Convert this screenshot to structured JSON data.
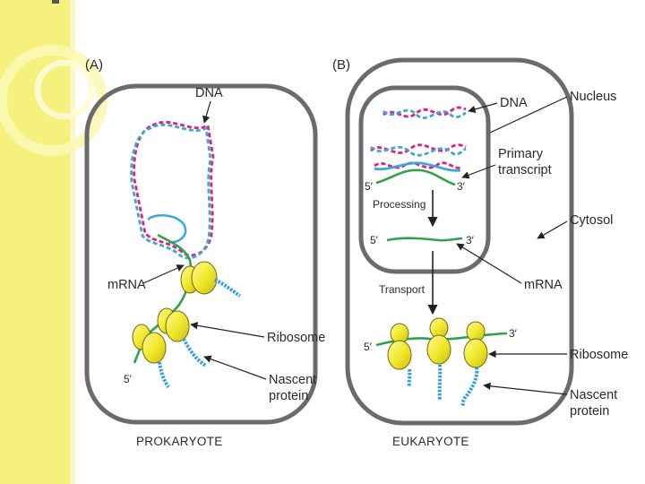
{
  "slide": {
    "accent_color": "#f5ef7a",
    "accent_light": "#faf6a8",
    "cell_border_color": "#6b6b6b"
  },
  "panel_a": {
    "letter": "(A)",
    "caption": "PROKARYOTE",
    "labels": {
      "dna": "DNA",
      "mrna": "mRNA",
      "ribosome": "Ribosome",
      "nascent_line1": "Nascent",
      "nascent_line2": "protein",
      "five_prime": "5′"
    }
  },
  "panel_b": {
    "letter": "(B)",
    "caption": "EUKARYOTE",
    "labels": {
      "dna": "DNA",
      "nucleus": "Nucleus",
      "primary_line1": "Primary",
      "primary_line2": "transcript",
      "five_prime_primary": "5′",
      "three_prime_primary": "3′",
      "processing": "Processing",
      "five_prime_mrna": "5′",
      "three_prime_mrna": "3′",
      "cytosol": "Cytosol",
      "mrna": "mRNA",
      "transport": "Transport",
      "five_prime_cyto": "5′",
      "three_prime_cyto": "3′",
      "ribosome": "Ribosome",
      "nascent_line1": "Nascent",
      "nascent_line2": "protein"
    }
  },
  "colors": {
    "dna_strand_1": "#e0207a",
    "dna_strand_2": "#3aa8d8",
    "mrna": "#2fa24a",
    "ribosome_fill": "#f2ea2e",
    "ribosome_stroke": "#6f6a10",
    "protein": "#2d9ee0"
  }
}
